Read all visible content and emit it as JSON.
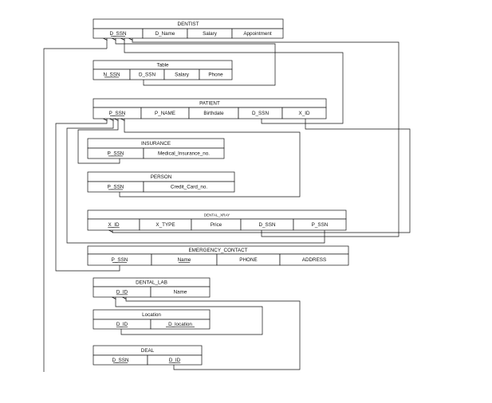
{
  "tables": [
    {
      "name": "DENTIST",
      "columns": [
        {
          "label": "D_SSN",
          "pk": true
        },
        {
          "label": "D_Name"
        },
        {
          "label": "Salary"
        },
        {
          "label": "Appointment"
        }
      ]
    },
    {
      "name": "Table",
      "columns": [
        {
          "label": "N_SSN",
          "pk": true
        },
        {
          "label": "D_SSN"
        },
        {
          "label": "Salary"
        },
        {
          "label": "Phone"
        }
      ]
    },
    {
      "name": "PATIENT",
      "columns": [
        {
          "label": "P_SSN",
          "pk": true
        },
        {
          "label": "P_NAME"
        },
        {
          "label": "Birthdate"
        },
        {
          "label": "D_SSN"
        },
        {
          "label": "X_ID"
        }
      ]
    },
    {
      "name": "INSURANCE",
      "columns": [
        {
          "label": "P_SSN",
          "pk": true
        },
        {
          "label": "Medical_Insurance_no."
        }
      ]
    },
    {
      "name": "PERSON",
      "columns": [
        {
          "label": "P_SSN",
          "pk": true
        },
        {
          "label": "Credit_Card_no."
        }
      ]
    },
    {
      "name": "DENTAL_XRAY",
      "columns": [
        {
          "label": "X_ID",
          "pk": true
        },
        {
          "label": "X_TYPE"
        },
        {
          "label": "Price"
        },
        {
          "label": "D_SSN"
        },
        {
          "label": "P_SSN"
        }
      ]
    },
    {
      "name": "EMERGENCY_CONTACT",
      "columns": [
        {
          "label": "P_SSN",
          "pk": true
        },
        {
          "label": "Name",
          "pk": true
        },
        {
          "label": "PHONE"
        },
        {
          "label": "ADDRESS"
        }
      ]
    },
    {
      "name": "DENTAL_LAB",
      "columns": [
        {
          "label": "D_ID",
          "pk": true
        },
        {
          "label": "Name"
        }
      ]
    },
    {
      "name": "Location",
      "columns": [
        {
          "label": "D_ID",
          "pk": true
        },
        {
          "label": "D_location",
          "pk": true
        }
      ]
    },
    {
      "name": "DEAL",
      "columns": [
        {
          "label": "D_SSN",
          "pk": true
        },
        {
          "label": "D_ID",
          "pk": true
        }
      ]
    }
  ]
}
